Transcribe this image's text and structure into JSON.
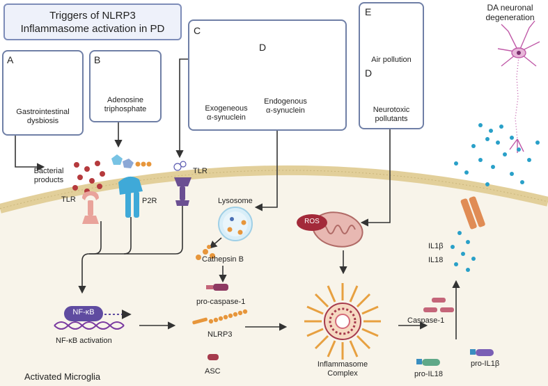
{
  "title": {
    "line1": "Triggers of NLRP3",
    "line2": "Inflammasome activation in PD"
  },
  "panels": {
    "a": {
      "letter": "A",
      "line1": "Gastrointestinal",
      "line2": "dysbiosis"
    },
    "b": {
      "letter": "B",
      "line1": "Adenosine",
      "line2": "triphosphate"
    },
    "c": {
      "letter": "C",
      "line1": "Exogeneous",
      "line2": "α-synuclein"
    },
    "d_syn": {
      "letter": "D",
      "line1": "Endogenous",
      "line2": "α-synuclein"
    },
    "e": {
      "letter": "E",
      "line1": "Air pollution"
    },
    "d_tox": {
      "letter": "D",
      "line1": "Neurotoxic",
      "line2": "pollutants"
    }
  },
  "labels": {
    "da_line1": "DA neuronal",
    "da_line2": "degeneration",
    "bacterial_line1": "Bacterial",
    "bacterial_line2": "products",
    "tlr_left": "TLR",
    "p2r": "P2R",
    "tlr_mid": "TLR",
    "lysosome": "Lysosome",
    "ros": "ROS",
    "il1b": "IL1β",
    "il18": "IL18",
    "cathepsin": "Cathepsin B",
    "nfkb": "NF-κB",
    "nfkb_activation": "NF-κB activation",
    "pro_caspase": "pro-caspase-1",
    "nlrp3": "NLRP3",
    "asc": "ASC",
    "inflammasome_line1": "Inflammasome",
    "inflammasome_line2": "Complex",
    "caspase1": "Caspase-1",
    "pro_il1b": "pro-IL1β",
    "pro_il18": "pro-IL18",
    "activated_microglia": "Activated Microglia"
  },
  "colors": {
    "panel_border": "#6f7fa6",
    "cytoplasm": "#f8f4ea",
    "membrane": "#e2cf9a",
    "arrow": "#333333",
    "tlr_pink": "#e9a39b",
    "p2r_blue": "#3fa9d8",
    "tlr_purple": "#6b4f92",
    "mito": "#c98b86",
    "ros": "#a32a3a",
    "cytokine": "#29a0c8",
    "nlrp3": "#e7963b",
    "caspase": "#c46579",
    "asc": "#a63a4c",
    "nfkb": "#5f4ba0"
  }
}
